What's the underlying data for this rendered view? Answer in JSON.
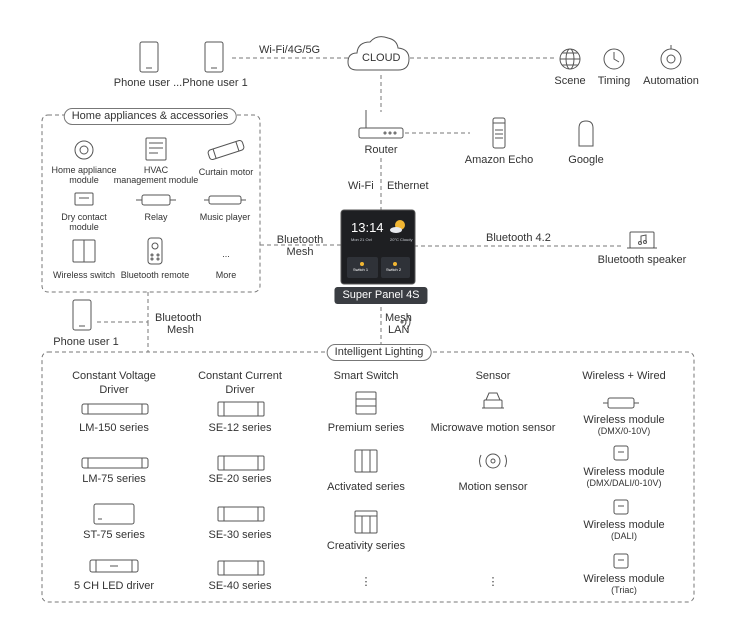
{
  "cloud": {
    "label": "CLOUD",
    "link_label": "Wi-Fi/4G/5G"
  },
  "phones_top": [
    "Phone user ...",
    "Phone user 1"
  ],
  "services": [
    "Scene",
    "Timing",
    "Automation"
  ],
  "router": {
    "label": "Router",
    "wifi": "Wi-Fi",
    "ethernet": "Ethernet"
  },
  "voice": [
    "Amazon Echo",
    "Google"
  ],
  "panel": {
    "name": "Super Panel 4S",
    "time": "13:14",
    "date": "Mon 21 Oct",
    "weather": "20°C Cloudy",
    "buttons": [
      "Switch 1",
      "Switch 2"
    ]
  },
  "appliances": {
    "title": "Home appliances & accessories",
    "items": [
      {
        "label": [
          "Home appliance",
          "module"
        ]
      },
      {
        "label": [
          "HVAC",
          "management module"
        ]
      },
      {
        "label": [
          "Curtain motor"
        ]
      },
      {
        "label": [
          "Dry contact",
          "module"
        ]
      },
      {
        "label": [
          "Relay"
        ]
      },
      {
        "label": [
          "Music player"
        ]
      },
      {
        "label": [
          "Wireless switch"
        ]
      },
      {
        "label": [
          "Bluetooth remote"
        ]
      },
      {
        "label": [
          "More"
        ],
        "glyph": "..."
      }
    ]
  },
  "bt_mesh_left": [
    "Bluetooth",
    "Mesh"
  ],
  "bt_mesh_phone": [
    "Bluetooth",
    "Mesh"
  ],
  "phone_bottom": "Phone user 1",
  "bt42": {
    "label": "Bluetooth 4.2",
    "speaker": "Bluetooth speaker"
  },
  "mesh_lan": [
    "Mesh",
    "LAN"
  ],
  "lighting": {
    "title": "Intelligent Lighting",
    "columns": [
      {
        "header": [
          "Constant Voltage",
          "Driver"
        ],
        "items": [
          "LM-150 series",
          "LM-75 series",
          "ST-75 series",
          "5 CH LED driver"
        ]
      },
      {
        "header": [
          "Constant Current",
          "Driver"
        ],
        "items": [
          "SE-12 series",
          "SE-20 series",
          "SE-30 series",
          "SE-40 series"
        ]
      },
      {
        "header": [
          "Smart Switch"
        ],
        "items": [
          "Premium series",
          "Activated series",
          "Creativity series"
        ],
        "more": "⋮"
      },
      {
        "header": [
          "Sensor"
        ],
        "items": [
          "Microwave motion sensor",
          "Motion sensor"
        ],
        "more": "⋮"
      },
      {
        "header": [
          "Wireless + Wired"
        ],
        "items": [
          [
            "Wireless module",
            "(DMX/0-10V)"
          ],
          [
            "Wireless module",
            "(DMX/DALI/0-10V)"
          ],
          [
            "Wireless module",
            "(DALI)"
          ],
          [
            "Wireless module",
            "(Triac)"
          ]
        ]
      }
    ]
  },
  "colors": {
    "line": "#777777",
    "icon": "#555555",
    "text": "#333333",
    "panel": "#1e1f22",
    "badge": "#3a3d42"
  }
}
